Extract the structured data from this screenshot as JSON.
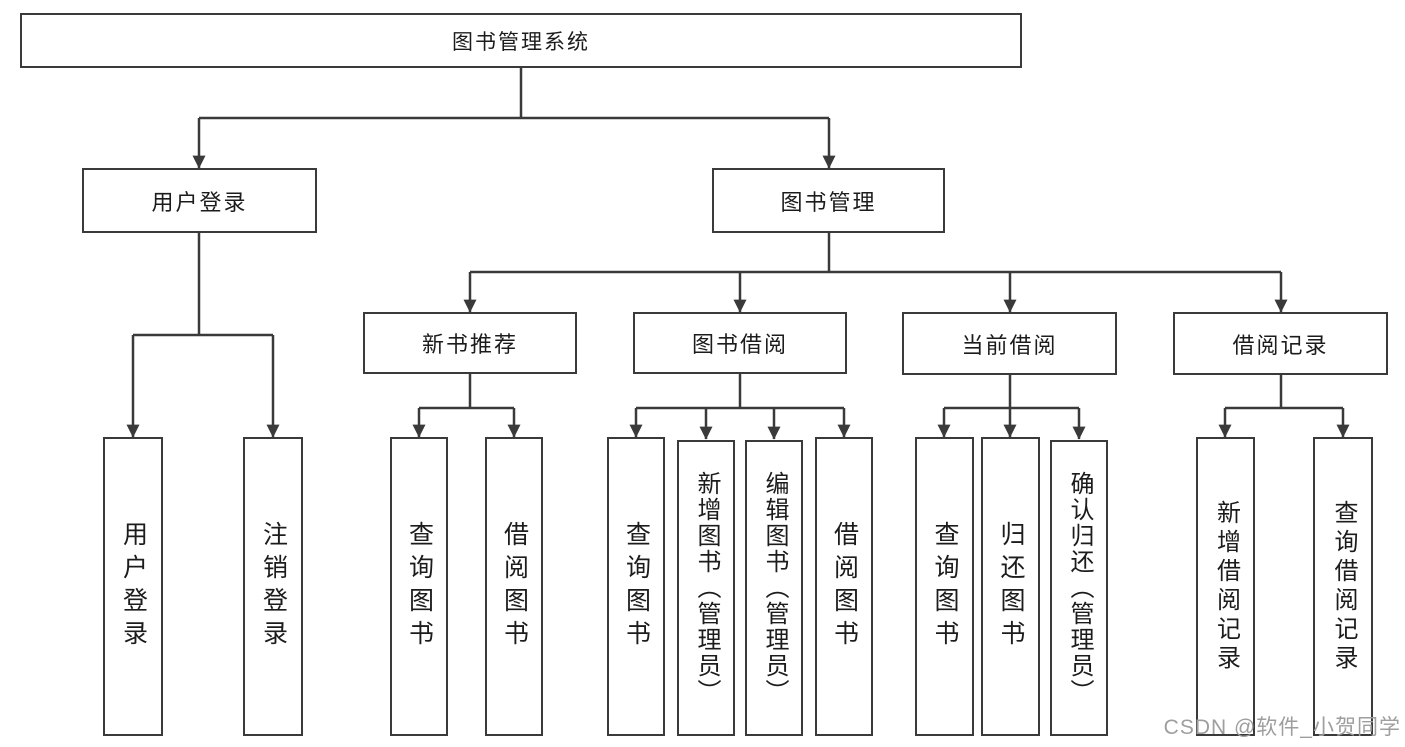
{
  "nodes": {
    "root": "图书管理系统",
    "user_login": "用户登录",
    "book_mgmt": "图书管理",
    "new_book_rec": "新书推荐",
    "book_borrowing": "图书借阅",
    "current_borrowing": "当前借阅",
    "borrowing_records": "借阅记录",
    "user_login_leaf": "用户登录",
    "logout": "注销登录",
    "nb_query_book": "查询图书",
    "nb_borrow_book": "借阅图书",
    "bb_query_book": "查询图书",
    "bb_add_book_admin": "新增图书（管理员）",
    "bb_edit_book_admin": "编辑图书（管理员）",
    "bb_borrow_book": "借阅图书",
    "cb_query_book": "查询图书",
    "cb_return_book": "归还图书",
    "cb_confirm_return_admin": "确认归还（管理员）",
    "br_add_record": "新增借阅记录",
    "br_query_record": "查询借阅记录"
  },
  "watermark": "CSDN @软件_小贺同学",
  "colors": {
    "line": "#3a3a3a",
    "text": "#1c1c1c",
    "watermark": "#9e9e9e",
    "background": "#ffffff"
  }
}
